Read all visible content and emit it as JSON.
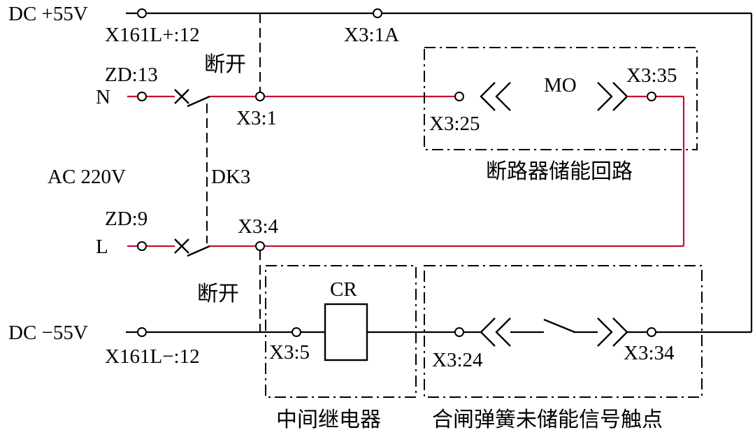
{
  "labels": {
    "dc_pos": "DC +55V",
    "x161l_pos": "X161L+:12",
    "x3_1a": "X3:1A",
    "duankai_top": "断开",
    "zd13": "ZD:13",
    "n": "N",
    "x3_1": "X3:1",
    "x3_25": "X3:25",
    "mo": "MO",
    "x3_35": "X3:35",
    "breaker_storage_loop": "断路器储能回路",
    "ac220v": "AC 220V",
    "dk3": "DK3",
    "zd9": "ZD:9",
    "l": "L",
    "x3_4": "X3:4",
    "duankai_bottom": "断开",
    "cr": "CR",
    "dc_neg": "DC  −55V",
    "x161l_neg": "X161L−:12",
    "x3_5": "X3:5",
    "x3_24": "X3:24",
    "x3_34": "X3:34",
    "intermediate_relay": "中间继电器",
    "spring_not_charged_contact": "合闸弹簧未储能信号触点"
  }
}
